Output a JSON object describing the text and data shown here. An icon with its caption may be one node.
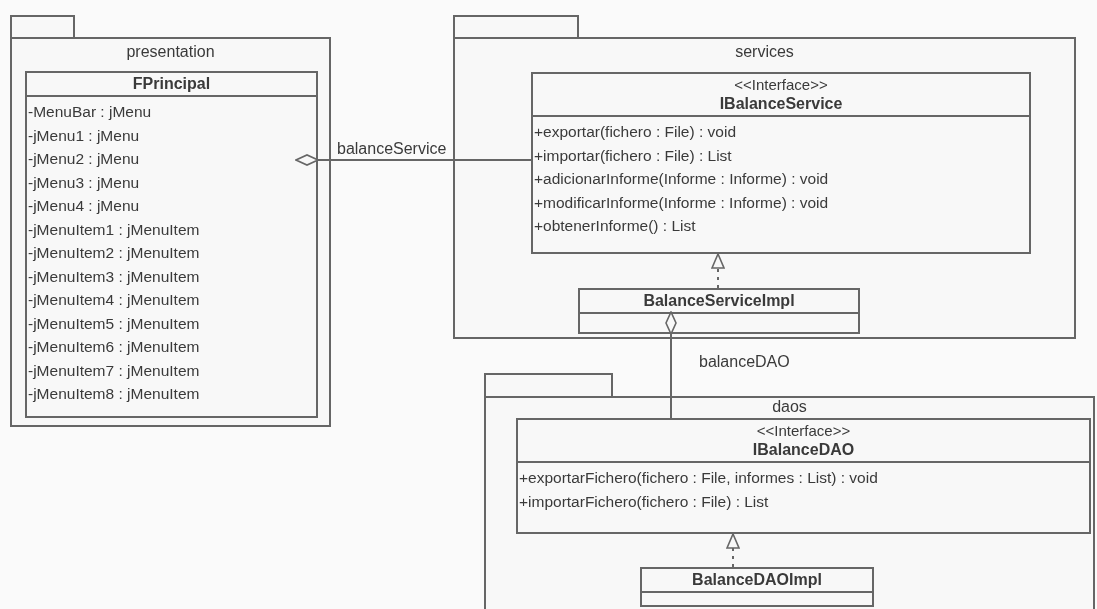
{
  "diagram": {
    "nodes": [
      {
        "text": [
          "presentation"
        ]
      },
      {
        "text": [
          "FPrincipal",
          "-MenuBar : jMenu",
          "-jMenu1 : jMenu",
          "-jMenu2 : jMenu",
          "-jMenu3 : jMenu",
          "-jMenu4 : jMenu",
          "-jMenuItem1 : jMenuItem",
          "-jMenuItem2 : jMenuItem",
          "-jMenuItem3 : jMenuItem",
          "-jMenuItem4 : jMenuItem",
          "-jMenuItem5 : jMenuItem",
          "-jMenuItem6 : jMenuItem",
          "-jMenuItem7 : jMenuItem",
          "-jMenuItem8 : jMenuItem"
        ],
        "in": 0
      },
      {
        "text": [
          "services"
        ]
      },
      {
        "text": [
          "<<Interface>>",
          "IBalanceService",
          "+exportar(fichero : File) : void",
          "+importar(fichero : File) : List",
          "+adicionarInforme(Informe : Informe) : void",
          "+modificarInforme(Informe : Informe) : void",
          "+obtenerInforme() : List"
        ],
        "in": 2
      },
      {
        "text": [
          "BalanceServiceImpl"
        ],
        "in": 2
      },
      {
        "text": [
          "daos"
        ]
      },
      {
        "text": [
          "<<Interface>>",
          "IBalanceDAO",
          "+exportarFichero(fichero : File, informes : List) : void",
          "+importarFichero(fichero : File) : List"
        ],
        "in": 5
      },
      {
        "text": [
          "BalanceDAOImpl"
        ],
        "in": 5
      }
    ],
    "edges": [
      {
        "from": 1,
        "to": 3,
        "arrow": "other",
        "label": "balanceService"
      },
      {
        "from": 4,
        "to": 3,
        "arrow": "to",
        "style": "dashed"
      },
      {
        "from": 4,
        "to": 6,
        "arrow": "other",
        "label": "balanceDAO"
      },
      {
        "from": 7,
        "to": 6,
        "arrow": "to",
        "style": "dashed"
      }
    ]
  }
}
